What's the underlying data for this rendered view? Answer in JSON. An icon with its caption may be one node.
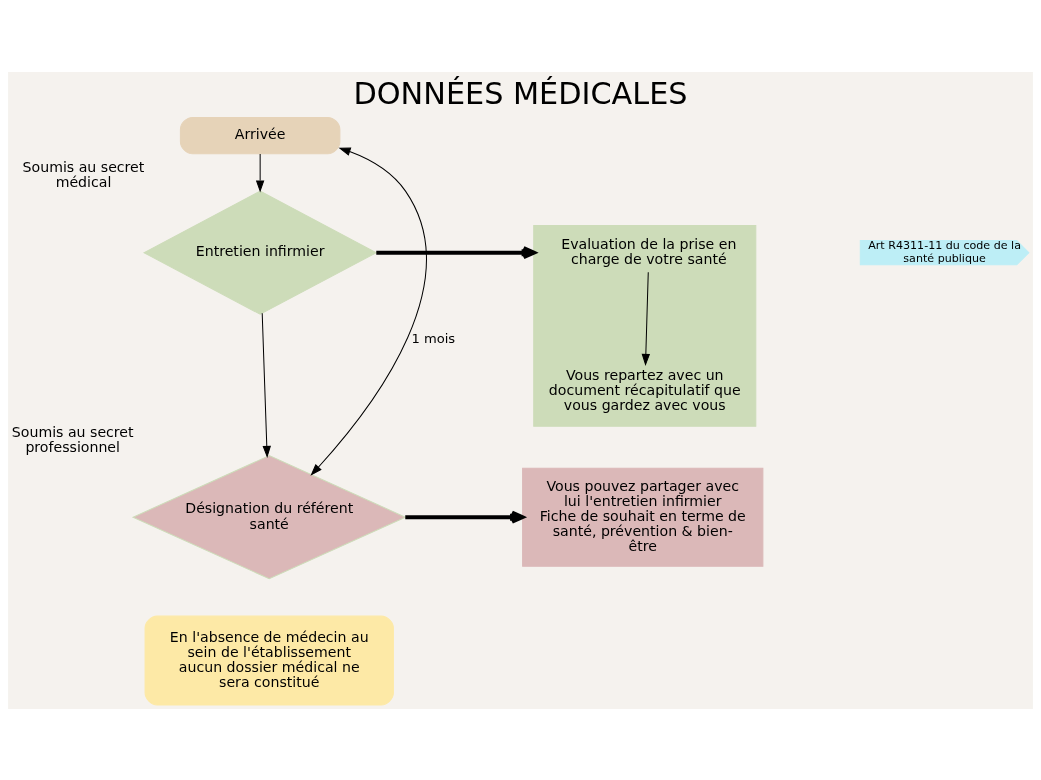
{
  "diagram": {
    "title": "DONNÉES MÉDICALES",
    "nodes": [
      {
        "text": [
          "Arrivée"
        ]
      },
      {
        "text": [
          "Entretien infirmier"
        ],
        "beside": [
          "Soumis au secret médical"
        ]
      },
      {
        "text": [],
        "shape": "box"
      },
      {
        "text": [
          "Evaluation de la prise en charge de votre santé"
        ],
        "in": 2
      },
      {
        "text": [
          "Vous repartez avec un document récapitulatif que vous gardez avec vous"
        ],
        "in": 2
      },
      {
        "text": [
          "Art R4311-11 du code de la santé publique"
        ]
      },
      {
        "text": [
          "Désignation du référent santé"
        ],
        "beside": [
          "Soumis au secret professionnel"
        ]
      },
      {
        "text": [
          "Vous pouvez partager avec lui l'entretien infirmier",
          "Fiche de souhait en terme de santé, prévention & bien- être"
        ]
      },
      {
        "text": [
          "En l'absence de médecin au sein de l'établissement aucun dossier médical ne sera constitué"
        ]
      }
    ],
    "edges": [
      {
        "from": 0,
        "to": 1,
        "arrow": "to"
      },
      {
        "from": 1,
        "to": 2,
        "arrow": "to",
        "style": "thick"
      },
      {
        "from": 3,
        "to": 4,
        "arrow": "to"
      },
      {
        "from": 1,
        "to": 6,
        "arrow": "to"
      },
      {
        "from": 6,
        "to": 7,
        "arrow": "to",
        "style": "thick"
      },
      {
        "from": 0,
        "to": 6,
        "arrow": "both",
        "label": "1 mois"
      }
    ]
  }
}
